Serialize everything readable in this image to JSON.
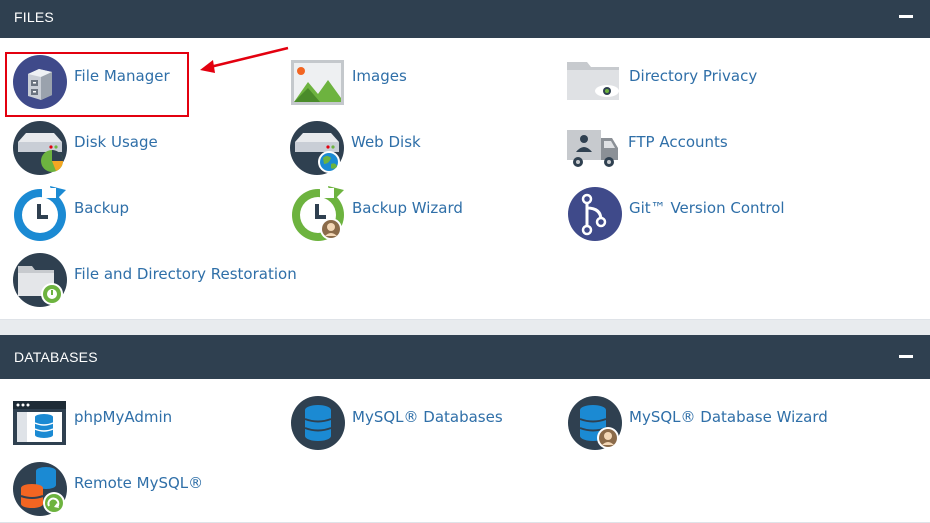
{
  "files": {
    "title": "FILES",
    "items": [
      {
        "label": "File Manager",
        "icon": "file-cabinet-icon"
      },
      {
        "label": "Images",
        "icon": "image-icon"
      },
      {
        "label": "Directory Privacy",
        "icon": "folder-eye-icon"
      },
      {
        "label": "Disk Usage",
        "icon": "disk-pie-icon"
      },
      {
        "label": "Web Disk",
        "icon": "server-globe-icon"
      },
      {
        "label": "FTP Accounts",
        "icon": "truck-user-icon"
      },
      {
        "label": "Backup",
        "icon": "backup-clock-icon"
      },
      {
        "label": "Backup Wizard",
        "icon": "backup-wizard-icon"
      },
      {
        "label": "Git™ Version Control",
        "icon": "git-branch-icon"
      },
      {
        "label": "File and Directory Restoration",
        "icon": "folder-restore-icon"
      }
    ]
  },
  "databases": {
    "title": "DATABASES",
    "items": [
      {
        "label": "phpMyAdmin",
        "icon": "phpmyadmin-icon"
      },
      {
        "label": "MySQL® Databases",
        "icon": "database-icon"
      },
      {
        "label": "MySQL® Database Wizard",
        "icon": "database-wizard-icon"
      },
      {
        "label": "Remote MySQL®",
        "icon": "remote-database-icon"
      }
    ]
  },
  "colors": {
    "header_bg": "#2f4050",
    "link": "#2f6fa8",
    "icon_dark": "#2f4050",
    "icon_blue": "#1b8ad3",
    "icon_green": "#6db33f",
    "highlight": "#e3000f"
  }
}
